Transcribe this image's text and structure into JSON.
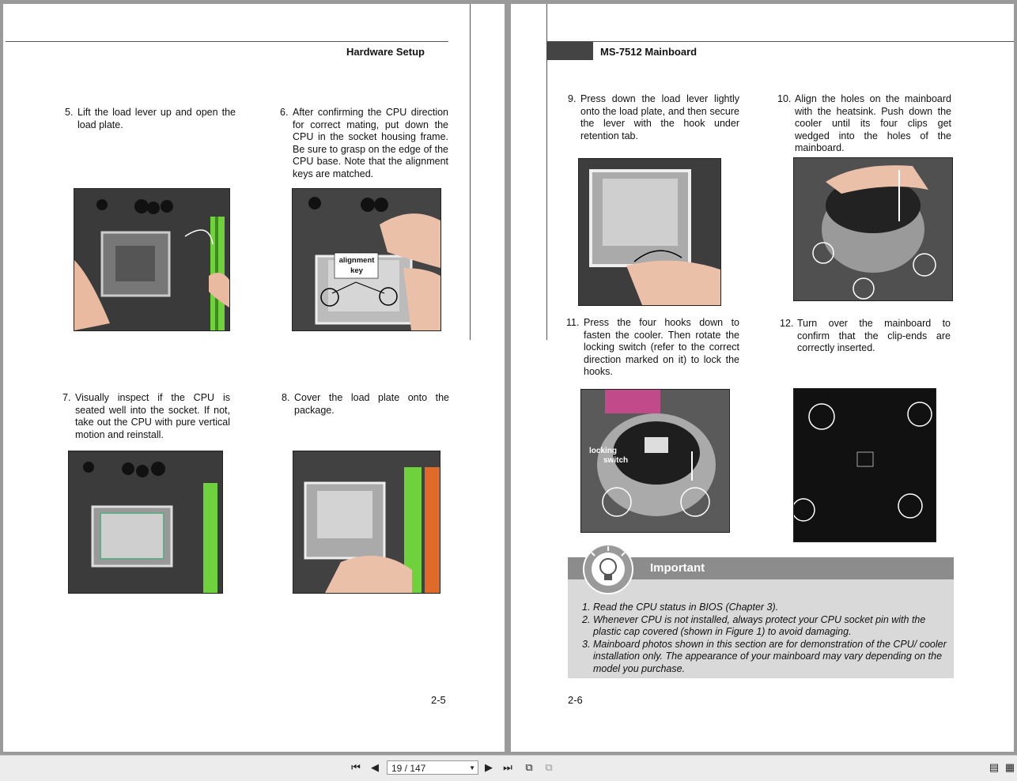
{
  "left_page": {
    "header": "Hardware Setup",
    "steps": [
      {
        "num": "5.",
        "text": "Lift the load lever up and open the load plate."
      },
      {
        "num": "6.",
        "text": "After confirming the CPU direction for correct mating, put down the CPU in the socket housing frame. Be sure to grasp on the edge of the CPU base. Note that the alignment keys are matched."
      },
      {
        "num": "7.",
        "text": "Visually inspect if the CPU is seated well into the socket. If not, take out the CPU with pure vertical motion and reinstall."
      },
      {
        "num": "8.",
        "text": "Cover the load plate onto the package."
      }
    ],
    "photo_labels": {
      "alignment": "alignment",
      "key": "key"
    },
    "page_number": "2-5"
  },
  "right_page": {
    "header": "MS-7512 Mainboard",
    "steps": [
      {
        "num": "9.",
        "text": "Press down the load lever lightly onto the load plate, and then secure the lever with the hook under retention tab."
      },
      {
        "num": "10.",
        "text": "Align the holes on the mainboard with the heatsink. Push down the cooler until its four clips get wedged into the holes of the mainboard."
      },
      {
        "num": "11.",
        "text": "Press the four hooks down to fasten the cooler. Then rotate the locking switch (refer to the correct direction marked on it) to lock the hooks."
      },
      {
        "num": "12.",
        "text": "Turn over the mainboard to confirm that the clip-ends are correctly inserted."
      }
    ],
    "photo_labels": {
      "locking": "locking",
      "switch": "switch"
    },
    "important": {
      "title": "Important",
      "items": [
        {
          "num": "1.",
          "text": "Read the CPU status in BIOS (Chapter 3)."
        },
        {
          "num": "2.",
          "text": "Whenever CPU is not installed, always protect your CPU socket pin with the plastic cap covered (shown in Figure 1) to avoid damaging."
        },
        {
          "num": "3.",
          "text": "Mainboard photos shown in this section are for demonstration of the CPU/ cooler installation only. The appearance of your mainboard may vary depending on the model you purchase."
        }
      ]
    },
    "page_number": "2-6"
  },
  "toolbar": {
    "page_display": "19 / 147",
    "icons": [
      "first-page-icon",
      "prev-page-icon",
      "next-page-icon",
      "last-page-icon",
      "continuous-view-icon",
      "facing-view-icon",
      "single-page-view-icon",
      "two-page-view-icon"
    ]
  },
  "colors": {
    "important_header": "#8c8c8c",
    "important_body": "#d9d9d9",
    "header_block": "#444444",
    "board_green": "#6fd23c"
  }
}
